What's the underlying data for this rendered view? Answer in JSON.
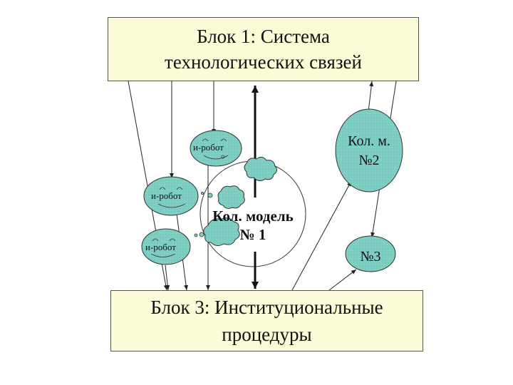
{
  "blocks": {
    "top": {
      "line1": "Блок 1: Система",
      "line2": "технологических связей"
    },
    "bottom": {
      "line1": "Блок 3: Институциональные",
      "line2": "процедуры"
    }
  },
  "models": {
    "main": {
      "line1": "Кол. модель",
      "line2": "№ 1"
    },
    "second": {
      "line1": "Кол. м.",
      "line2": "№2"
    },
    "third": {
      "label": "№3"
    }
  },
  "robots": [
    {
      "label": "и-робот"
    },
    {
      "label": "и-робот"
    },
    {
      "label": "и-робот"
    }
  ],
  "colors": {
    "block_fill": "#fbfbd8",
    "node_fill": "#7fcfc4",
    "stroke": "#222222"
  }
}
